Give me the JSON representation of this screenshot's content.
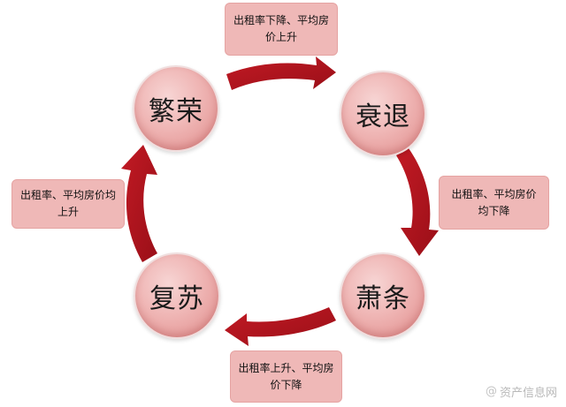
{
  "phases": {
    "prosperity": "繁荣",
    "recession": "衰退",
    "depression": "萧条",
    "recovery": "复苏"
  },
  "notes": {
    "top": "出租率下降、平均房价上升",
    "right": "出租率、平均房价均下降",
    "bottom": "出租率上升、平均房价下降",
    "left": "出租率、平均房价均上升"
  },
  "watermark": {
    "icon": "swirl-logo-icon",
    "text": "资产信息网"
  },
  "colors": {
    "arrow": "#b5141e",
    "circle_fill": "#efb5b4",
    "note_fill": "#efb8b7"
  }
}
